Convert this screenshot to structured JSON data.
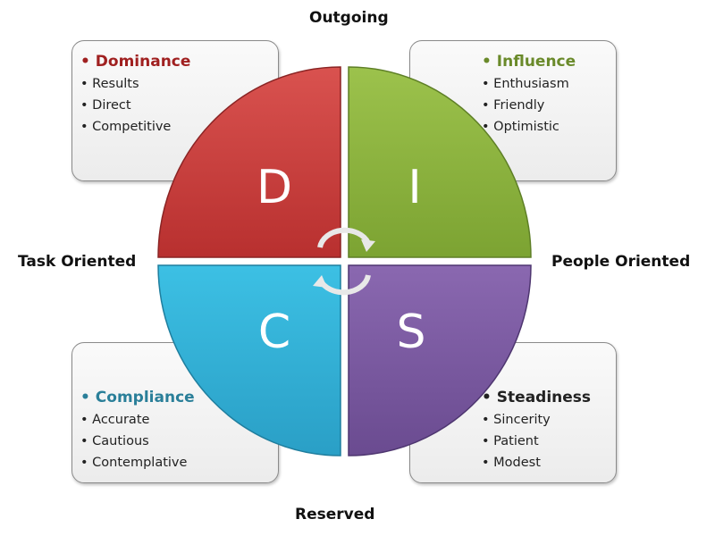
{
  "axes": {
    "top": "Outgoing",
    "bottom": "Reserved",
    "left": "Task Oriented",
    "right": "People Oriented"
  },
  "quadrants": [
    {
      "letter": "D",
      "title": "Dominance",
      "traits": [
        "Results",
        "Direct",
        "Competitive"
      ],
      "color": "#c9403f",
      "title_color": "#a02020"
    },
    {
      "letter": "I",
      "title": "Influence",
      "traits": [
        "Enthusiasm",
        "Friendly",
        "Optimistic"
      ],
      "color": "#8cb23e",
      "title_color": "#6a8a2a"
    },
    {
      "letter": "C",
      "title": "Compliance",
      "traits": [
        "Accurate",
        "Cautious",
        "Contemplative"
      ],
      "color": "#33b3d8",
      "title_color": "#2a7f99"
    },
    {
      "letter": "S",
      "title": "Steadiness",
      "traits": [
        "Sincerity",
        "Patient",
        "Modest"
      ],
      "color": "#7b5aa0",
      "title_color": "#222222"
    }
  ],
  "icons": {
    "center": "cycle-arrows-icon"
  }
}
